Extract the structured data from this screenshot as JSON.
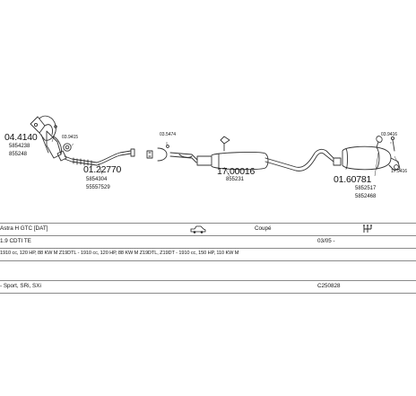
{
  "colors": {
    "line": "#333333",
    "rule": "#8a8a8a",
    "text": "#111111"
  },
  "parts": {
    "p1": {
      "code": "04.4140",
      "ref1": "5854238",
      "ref2": "855248"
    },
    "p2": {
      "code": "03.9415"
    },
    "p3": {
      "code": "01.22770",
      "ref1": "5854304",
      "ref2": "55557529"
    },
    "p4": {
      "code": "03.5474"
    },
    "p5": {
      "code": "17.00016",
      "ref1": "855231"
    },
    "p6": {
      "code": "01.60781",
      "ref1": "5852517",
      "ref2": "5852468"
    },
    "p7": {
      "code": "03.9416"
    },
    "p8": {
      "code": "17.9416"
    }
  },
  "table": {
    "model": "Astra H GTC [DAT]",
    "body_style": "Coupé",
    "car_icon": "car-icon",
    "gear_icon": "gearbox-icon",
    "engine": "1.9 CDTI TE",
    "date": "03/05 -",
    "spec": "1910 cc, 120 HP, 88 KW M Z19DTL - 1910 cc, 120 HP, 88 KW M Z19DTL, Z19DT - 1910 cc, 150 HP, 110 KW M",
    "trim": "- Sport, SRi, SXi",
    "catalog_code": "C250828"
  }
}
